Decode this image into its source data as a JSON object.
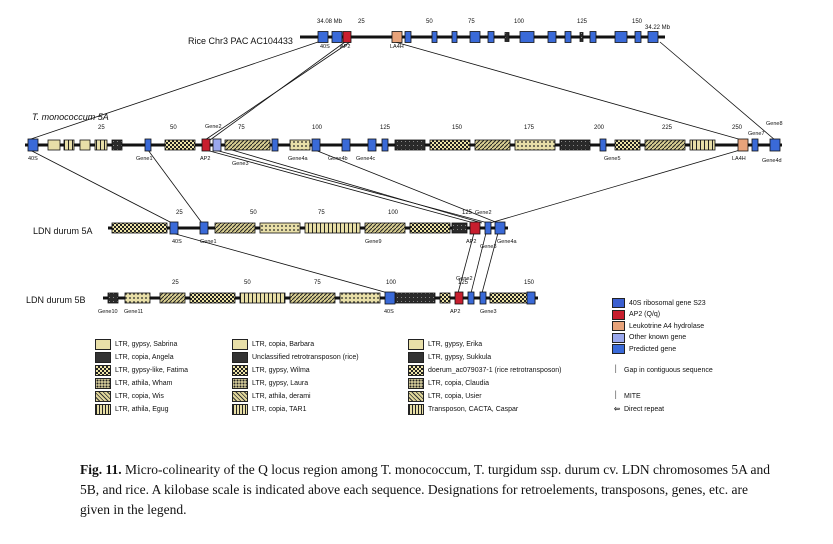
{
  "sequences": {
    "rice": {
      "name": "Rice Chr3 PAC AC104433",
      "start_label": "34.08 Mb",
      "end_label": "34.22 Mb",
      "ticks": [
        "25",
        "50",
        "75",
        "100",
        "125",
        "150"
      ],
      "genes": [
        "40S",
        "AP2",
        "LA4H"
      ]
    },
    "tmono": {
      "name": "T. monococcum 5A",
      "ticks": [
        "25",
        "50",
        "75",
        "100",
        "125",
        "150",
        "175",
        "200",
        "225",
        "250"
      ],
      "genes": [
        "40S",
        "Gene1",
        "AP2",
        "Gene2",
        "Gene3",
        "Gene4a",
        "Gene4b",
        "Gene4c",
        "Gene5",
        "Gene7",
        "LA4H",
        "Gene8",
        "Gene4d"
      ]
    },
    "ldn5a": {
      "name": "LDN durum 5A",
      "ticks": [
        "25",
        "50",
        "75",
        "100",
        "125"
      ],
      "genes": [
        "40S",
        "Gene1",
        "Gene9",
        "Gene2",
        "AP2",
        "Gene3",
        "Gene4a"
      ]
    },
    "ldn5b": {
      "name": "LDN durum 5B",
      "ticks": [
        "25",
        "50",
        "75",
        "100",
        "125",
        "150"
      ],
      "genes": [
        "Gene10",
        "Gene11",
        "40S",
        "AP2",
        "Gene2",
        "Gene3"
      ]
    }
  },
  "legend": {
    "col1": [
      "LTR, gypsy, Sabrina",
      "LTR, copia, Angela",
      "LTR, gypsy-like, Fatima",
      "LTR, athila, Wham",
      "LTR, copia, Wis",
      "LTR, athila, Egug"
    ],
    "col2": [
      "LTR, copia, Barbara",
      "Unclassified retrotransposon (rice)",
      "LTR, gypsy, Wilma",
      "LTR, gypsy, Laura",
      "LTR, athila, derami",
      "LTR, copia, TAR1"
    ],
    "col3": [
      "LTR, gypsy, Erika",
      "LTR, gypsy, Sukkula",
      "doerum_ac079037-1 (rice retrotransposon)",
      "LTR, copia, Claudia",
      "LTR, copia, Usier",
      "Transposon, CACTA, Caspar"
    ],
    "genes": [
      {
        "label": "40S ribosomal gene S23",
        "color": "#3b5fd0"
      },
      {
        "label": "AP2 (Q/q)",
        "color": "#c81e2e"
      },
      {
        "label": "Leukotrine A4 hydrolase",
        "color": "#e8a37a"
      },
      {
        "label": "Other known gene",
        "color": "#9aa8ee"
      },
      {
        "label": "Predicted gene",
        "color": "#3a6ad8"
      }
    ],
    "symbols": [
      "Gap in contiguous sequence",
      "MITE",
      "Direct repeat"
    ]
  },
  "caption": {
    "fig_no": "Fig. 11.",
    "text": "Micro-colinearity of the Q locus region among T. monococcum, T. turgidum ssp. durum cv. LDN chromosomes 5A and 5B, and rice. A kilobase scale is indicated above each sequence. Designations for retroelements, transposons, genes, etc. are given in the legend."
  }
}
